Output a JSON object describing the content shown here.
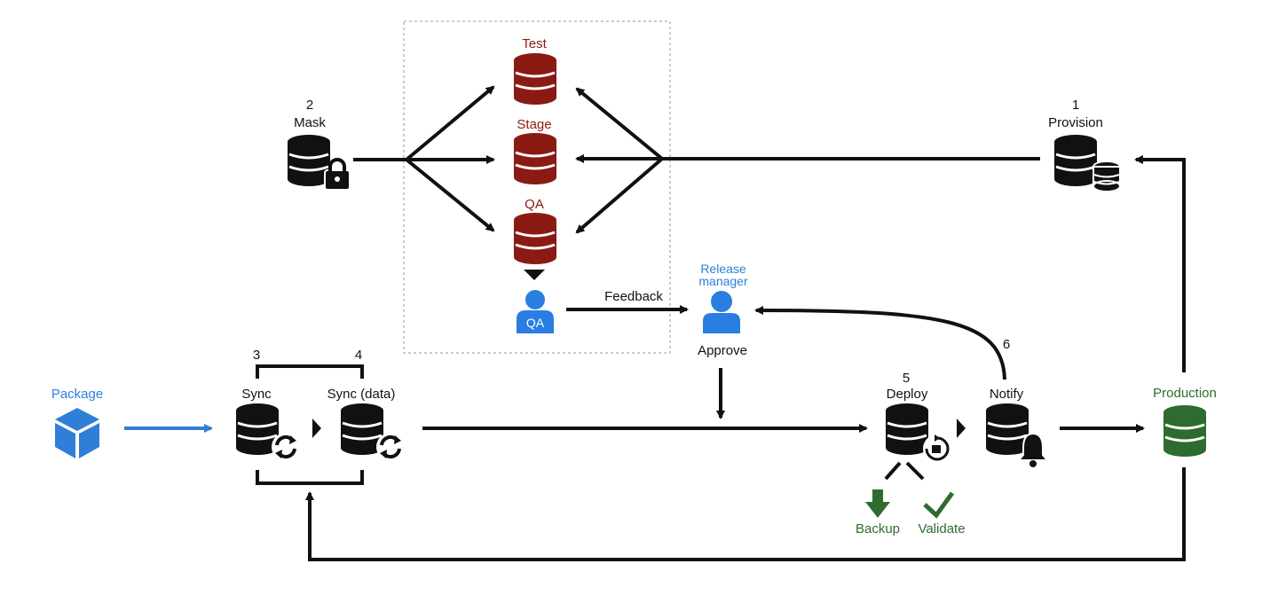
{
  "colors": {
    "black": "#111111",
    "red": "#8b1a13",
    "blue": "#2f7ed8",
    "green": "#2e6b2e",
    "person_blue": "#2a7de1",
    "dashed_border": "#9a9a9a"
  },
  "environments": {
    "test": "Test",
    "stage": "Stage",
    "qa": "QA"
  },
  "steps": {
    "mask": {
      "number": "2",
      "label": "Mask"
    },
    "provision": {
      "number": "1",
      "label": "Provision"
    },
    "sync": {
      "number": "3",
      "label": "Sync"
    },
    "sync_data": {
      "number": "4",
      "label": "Sync (data)"
    },
    "deploy": {
      "number": "5",
      "label": "Deploy"
    },
    "notify": {
      "number": "6",
      "label": "Notify"
    }
  },
  "package": {
    "label": "Package"
  },
  "production": {
    "label": "Production"
  },
  "qa_person": {
    "label": "QA"
  },
  "release_manager": {
    "line1": "Release",
    "line2": "manager",
    "action": "Approve"
  },
  "feedback": {
    "label": "Feedback"
  },
  "post_deploy": {
    "backup": "Backup",
    "validate": "Validate"
  },
  "icons": [
    "database-icon",
    "lock-icon",
    "refresh-icon",
    "bell-icon",
    "person-icon",
    "package-cube-icon",
    "down-arrow-icon",
    "checkmark-icon"
  ]
}
